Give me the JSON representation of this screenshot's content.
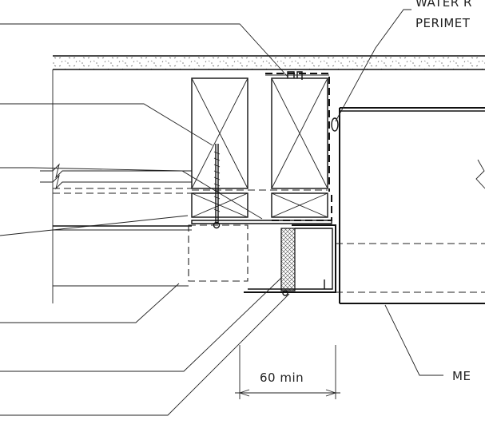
{
  "labels": {
    "top_right_line1": "WATER R",
    "top_right_line2": "PERIMET",
    "dimension": "60 min",
    "bottom_right": "ME"
  },
  "colors": {
    "line": "#111111",
    "background": "#ffffff",
    "hatch": "#555555"
  }
}
